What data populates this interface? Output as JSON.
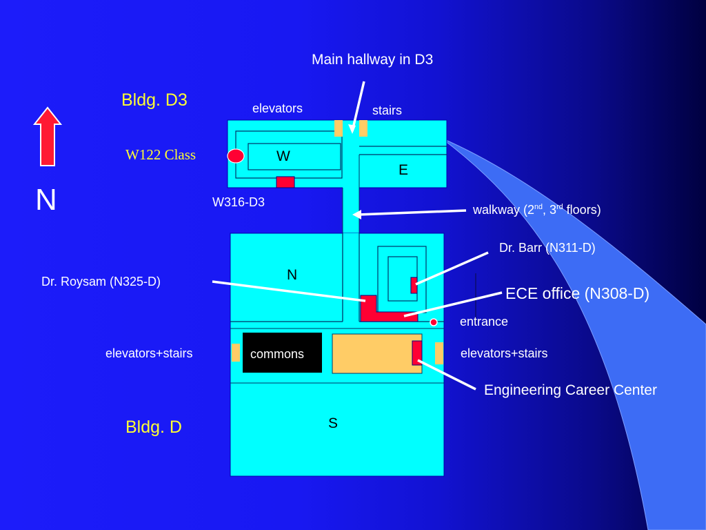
{
  "title": "Main hallway in D3",
  "buildings": {
    "d3": "Bldg. D3",
    "d": "Bldg. D"
  },
  "compass": {
    "label": "N",
    "icon": "north-arrow-icon"
  },
  "labels": {
    "elevators": "elevators",
    "stairs": "stairs",
    "w122": "W122 Class",
    "w316": "W316-D3",
    "walkway_pre": "walkway (2",
    "walkway_sup1": "nd",
    "walkway_mid": ", 3",
    "walkway_sup2": "rd",
    "walkway_post": " floors)",
    "dr_barr": "Dr. Barr (N311-D)",
    "dr_roysam": "Dr. Roysam (N325-D)",
    "ece_office": "ECE office (N308-D)",
    "entrance": "entrance",
    "elev_stairs_left": "elevators+stairs",
    "elev_stairs_right": "elevators+stairs",
    "career_center": "Engineering Career Center",
    "commons": "commons"
  },
  "wings": {
    "west": "W",
    "east": "E",
    "north": "N",
    "south": "S"
  },
  "colors": {
    "floor": "#00ffff",
    "room_highlight": "#ff0033",
    "stair_block": "#ffcc66",
    "commons_fill": "#000000",
    "label_accent": "#ffff33",
    "arrow": "#ff1a33"
  }
}
